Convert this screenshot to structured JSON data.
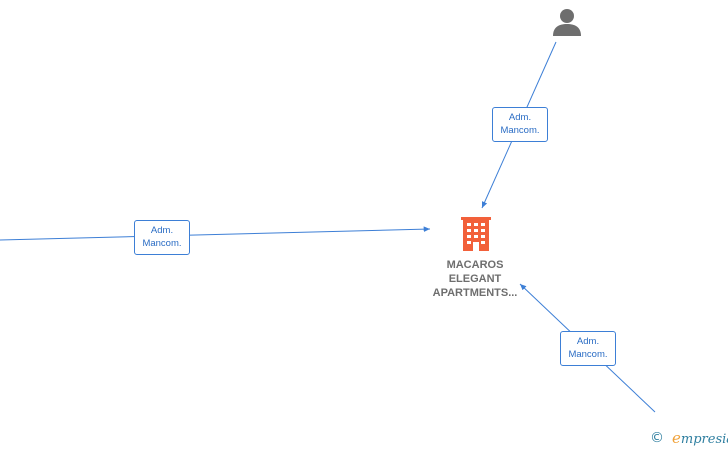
{
  "company": {
    "name_lines": [
      "MACAROS",
      "ELEGANT",
      "APARTMENTS..."
    ],
    "icon": "building-icon",
    "color": "#f2603a"
  },
  "person": {
    "icon": "person-icon",
    "color": "#6e6e6e"
  },
  "edges": [
    {
      "id": "top",
      "label_line1": "Adm.",
      "label_line2": "Mancom."
    },
    {
      "id": "left",
      "label_line1": "Adm.",
      "label_line2": "Mancom."
    },
    {
      "id": "bottom",
      "label_line1": "Adm.",
      "label_line2": "Mancom."
    }
  ],
  "edge_color": "#3d7fd6",
  "brand": {
    "copyright": "©",
    "first_letter": "e",
    "rest": "mpresia"
  }
}
